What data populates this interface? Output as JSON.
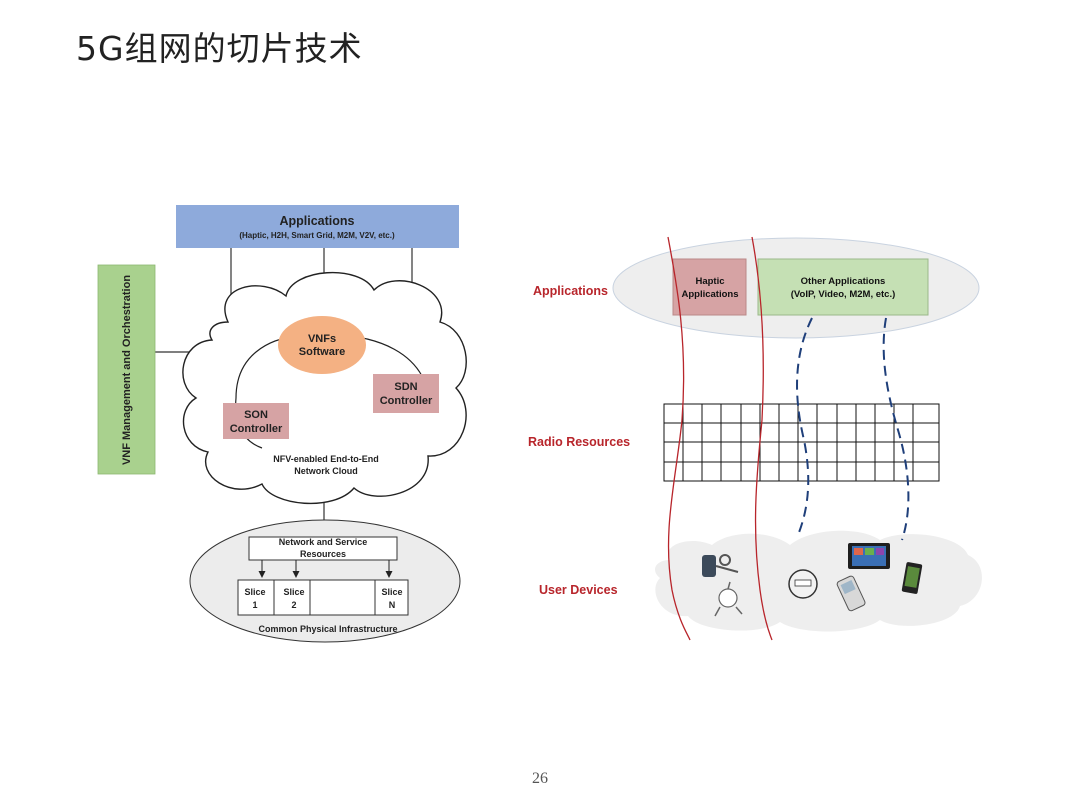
{
  "page": {
    "title": "5G组网的切片技术",
    "page_number": "26"
  },
  "left_diagram": {
    "applications_title": "Applications",
    "applications_subtitle": "(Haptic, H2H, Smart Grid, M2M, V2V, etc.)",
    "vnf_mano": "VNF Management and Orchestration",
    "vnfs_line1": "VNFs",
    "vnfs_line2": "Software",
    "sdn_line1": "SDN",
    "sdn_line2": "Controller",
    "son_line1": "SON",
    "son_line2": "Controller",
    "cloud_line1": "NFV-enabled End-to-End",
    "cloud_line2": "Network Cloud",
    "resources_line1": "Network and Service",
    "resources_line2": "Resources",
    "slices": [
      {
        "line1": "Slice",
        "line2": "1"
      },
      {
        "line1": "Slice",
        "line2": "2"
      },
      {
        "line1": "Slice",
        "line2": "N"
      }
    ],
    "infrastructure": "Common Physical  Infrastructure",
    "colors": {
      "applications_fill": "#8eaadb",
      "mano_fill": "#a9d18e",
      "vnfs_fill": "#f4b183",
      "controller_fill": "#d6a3a4",
      "infra_fill": "#ececec"
    }
  },
  "right_diagram": {
    "layer_applications": "Applications",
    "layer_radio": "Radio Resources",
    "layer_devices": "User Devices",
    "haptic_line1": "Haptic",
    "haptic_line2": "Applications",
    "other_line1": "Other Applications",
    "other_line2": "(VoIP, Video, M2M, etc.)",
    "devices": [
      "headset-icon",
      "robot-arm-icon",
      "smart-meter-icon",
      "phone-icon",
      "tablet-icon",
      "smartphone-icon"
    ],
    "colors": {
      "label_red": "#b8252b",
      "haptic_fill": "#d6a3a4",
      "other_fill": "#c5e0b4",
      "ellipse_fill": "#eeeeee",
      "dash_blue": "#1f3f7a"
    }
  }
}
